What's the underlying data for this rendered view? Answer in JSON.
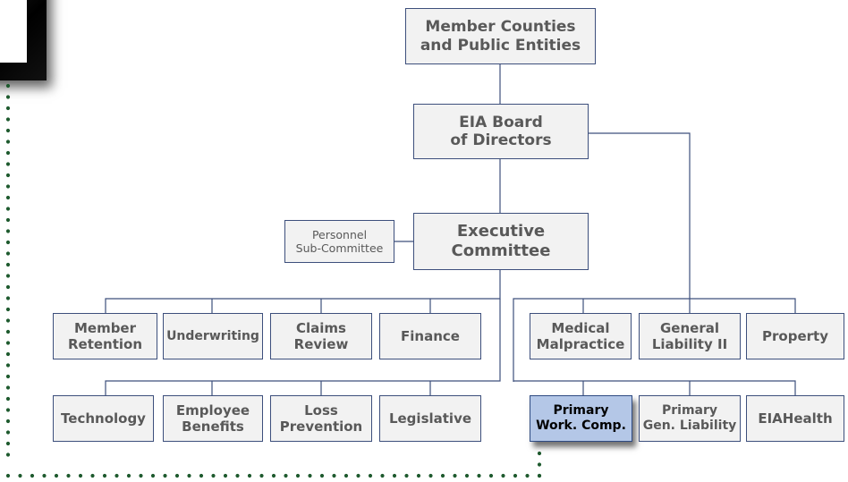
{
  "boxes": {
    "member_counties": "Member Counties\nand Public Entities",
    "board": "EIA Board\nof Directors",
    "executive": "Executive\nCommittee",
    "personnel": "Personnel\nSub-Committee",
    "member_retention": "Member\nRetention",
    "underwriting": "Underwriting",
    "claims_review": "Claims\nReview",
    "finance": "Finance",
    "technology": "Technology",
    "employee_benefits": "Employee\nBenefits",
    "loss_prevention": "Loss\nPrevention",
    "legislative": "Legislative",
    "medical_malpractice": "Medical\nMalpractice",
    "general_liability": "General\nLiability II",
    "property": "Property",
    "primary_work_comp": "Primary\nWork. Comp.",
    "primary_gen_liability": "Primary\nGen. Liability",
    "eiahealth": "EIAHealth"
  },
  "colors": {
    "box_fill": "#f2f2f2",
    "box_border": "#3d4f7c",
    "box_text": "#595959",
    "highlight_fill": "#b4c7e7",
    "connector": "#3d4f7c",
    "dot_border": "#1e5a2e"
  }
}
